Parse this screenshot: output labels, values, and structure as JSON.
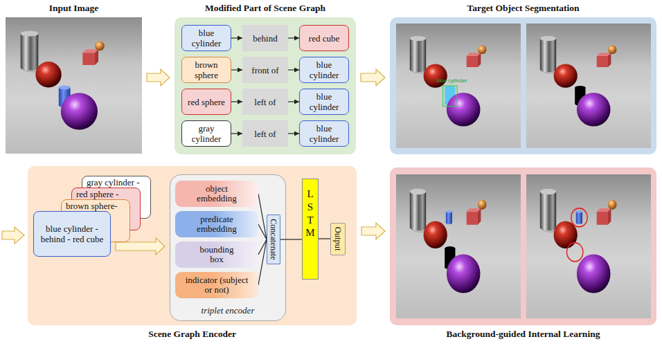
{
  "diagram": {
    "nodes": [
      {
        "text": [
          "Input Image"
        ]
      },
      {
        "text": [
          "Modified Part of Scene Graph"
        ]
      },
      {
        "text": [
          "blue cylinder"
        ],
        "in": 1
      },
      {
        "text": [
          "behind"
        ],
        "in": 1
      },
      {
        "text": [
          "red cube"
        ],
        "in": 1
      },
      {
        "text": [
          "brown sphere"
        ],
        "in": 1
      },
      {
        "text": [
          "front of"
        ],
        "in": 1
      },
      {
        "text": [
          "blue cylinder"
        ],
        "in": 1
      },
      {
        "text": [
          "red sphere"
        ],
        "in": 1
      },
      {
        "text": [
          "left of"
        ],
        "in": 1
      },
      {
        "text": [
          "blue cylinder"
        ],
        "in": 1
      },
      {
        "text": [
          "gray cylinder"
        ],
        "in": 1
      },
      {
        "text": [
          "left of"
        ],
        "in": 1
      },
      {
        "text": [
          "blue cylinder"
        ],
        "in": 1
      },
      {
        "text": [
          "Target Object Segmentation"
        ]
      },
      {
        "text": [
          "Scene Graph Encoder"
        ]
      },
      {
        "text": [
          "gray cylinder -"
        ],
        "in": 15
      },
      {
        "text": [
          "red sphere -"
        ],
        "in": 15
      },
      {
        "text": [
          "brown sphere-"
        ],
        "in": 15
      },
      {
        "text": [
          "blue cylinder - behind - red cube"
        ],
        "in": 15
      },
      {
        "text": [
          "triplet encoder"
        ],
        "in": 15
      },
      {
        "text": [
          "object embedding"
        ],
        "in": 20
      },
      {
        "text": [
          "predicate embedding"
        ],
        "in": 20
      },
      {
        "text": [
          "bounding box"
        ],
        "in": 20
      },
      {
        "text": [
          "indicator (subject or not)"
        ],
        "in": 20
      },
      {
        "text": [
          "Concatenate"
        ],
        "in": 20
      },
      {
        "text": [
          "LSTM"
        ],
        "in": 15
      },
      {
        "text": [
          "Output"
        ],
        "in": 15
      },
      {
        "text": [
          "Background-guided Internal Learning"
        ]
      }
    ],
    "edges": [
      {
        "from": 0,
        "to": 1,
        "arrow": "to"
      },
      {
        "from": 1,
        "to": 14,
        "arrow": "to"
      },
      {
        "from": 2,
        "to": 3,
        "arrow": "to"
      },
      {
        "from": 3,
        "to": 4,
        "arrow": "to"
      },
      {
        "from": 5,
        "to": 6,
        "arrow": "to"
      },
      {
        "from": 6,
        "to": 7,
        "arrow": "to"
      },
      {
        "from": 8,
        "to": 9,
        "arrow": "to"
      },
      {
        "from": 9,
        "to": 10,
        "arrow": "to"
      },
      {
        "from": 11,
        "to": 12,
        "arrow": "to"
      },
      {
        "from": 12,
        "to": 13,
        "arrow": "to"
      },
      {
        "from": 19,
        "to": 20,
        "arrow": "to"
      },
      {
        "from": 21,
        "to": 25,
        "arrow": "none"
      },
      {
        "from": 22,
        "to": 25,
        "arrow": "none"
      },
      {
        "from": 23,
        "to": 25,
        "arrow": "none"
      },
      {
        "from": 24,
        "to": 25,
        "arrow": "none"
      },
      {
        "from": 25,
        "to": 26,
        "arrow": "none"
      },
      {
        "from": 26,
        "to": 27,
        "arrow": "none"
      },
      {
        "from": 15,
        "to": 28,
        "arrow": "to"
      }
    ],
    "labels": [
      "blue cylinder"
    ]
  }
}
